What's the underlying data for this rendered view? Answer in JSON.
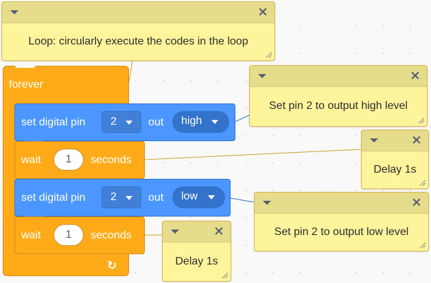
{
  "comments": {
    "loop": {
      "text": "Loop: circularly execute the codes in the loop",
      "close": "×"
    },
    "set_high": {
      "text": "Set pin 2 to output high level",
      "close": "×"
    },
    "delay1": {
      "text": "Delay 1s",
      "close": "×"
    },
    "set_low": {
      "text": "Set pin 2 to output low level",
      "close": "×"
    },
    "delay2": {
      "text": "Delay 1s",
      "close": "×"
    }
  },
  "blocks": {
    "forever": {
      "label": "forever",
      "loop_icon": "↻"
    },
    "set1": {
      "label": "set digital pin",
      "pin": "2",
      "out_label": "out",
      "level": "high"
    },
    "wait1": {
      "label": "wait",
      "value": "1",
      "unit": "seconds"
    },
    "set2": {
      "label": "set digital pin",
      "pin": "2",
      "out_label": "out",
      "level": "low"
    },
    "wait2": {
      "label": "wait",
      "value": "1",
      "unit": "seconds"
    }
  },
  "icons": {
    "collapse": "caret-down-icon",
    "close": "close-icon",
    "resize": "resize-handle-icon",
    "loop": "loop-arrow-icon"
  },
  "colors": {
    "motion_blue": "#4c97ff",
    "control_orange": "#ffab19",
    "comment_yellow": "#fef49c",
    "comment_bar": "#e5dc8c"
  }
}
